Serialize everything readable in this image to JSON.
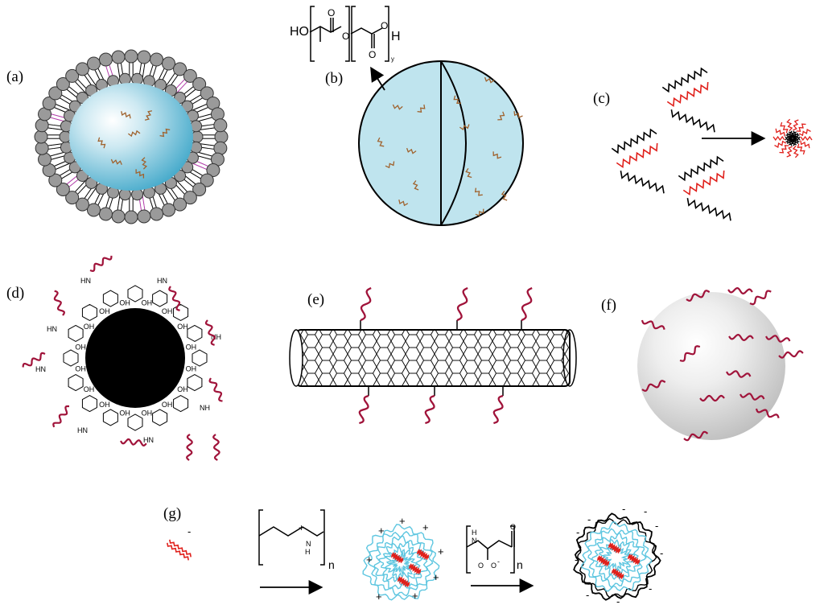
{
  "labels": {
    "a": "(a)",
    "b": "(b)",
    "c": "(c)",
    "d": "(d)",
    "e": "(e)",
    "f": "(f)",
    "g": "(g)"
  },
  "chem": {
    "pla_ho": "HO",
    "pla_o": "O",
    "pla_h": "H",
    "pla_y": "y",
    "pei_n": "n",
    "pei_plus": "+",
    "pei_n_atom": "N",
    "pei_h2": "H",
    "pga_n": "n",
    "pga_o": "O",
    "pga_ominus": "O",
    "pga_h": "H",
    "pga_n_atom": "N",
    "cd_hn": "HN",
    "cd_nh": "NH",
    "cd_oh": "OH",
    "minus": "-",
    "plus": "+"
  },
  "colors": {
    "liposome_core": "#5bb8d4",
    "sphere_fill": "#bfe4ee",
    "head_group": "#9a9a9a",
    "cargo": "#a0622d",
    "dna_dark": "#a0133a",
    "red_strand": "#e0201b",
    "polymer_blue": "#5ec6e0"
  }
}
